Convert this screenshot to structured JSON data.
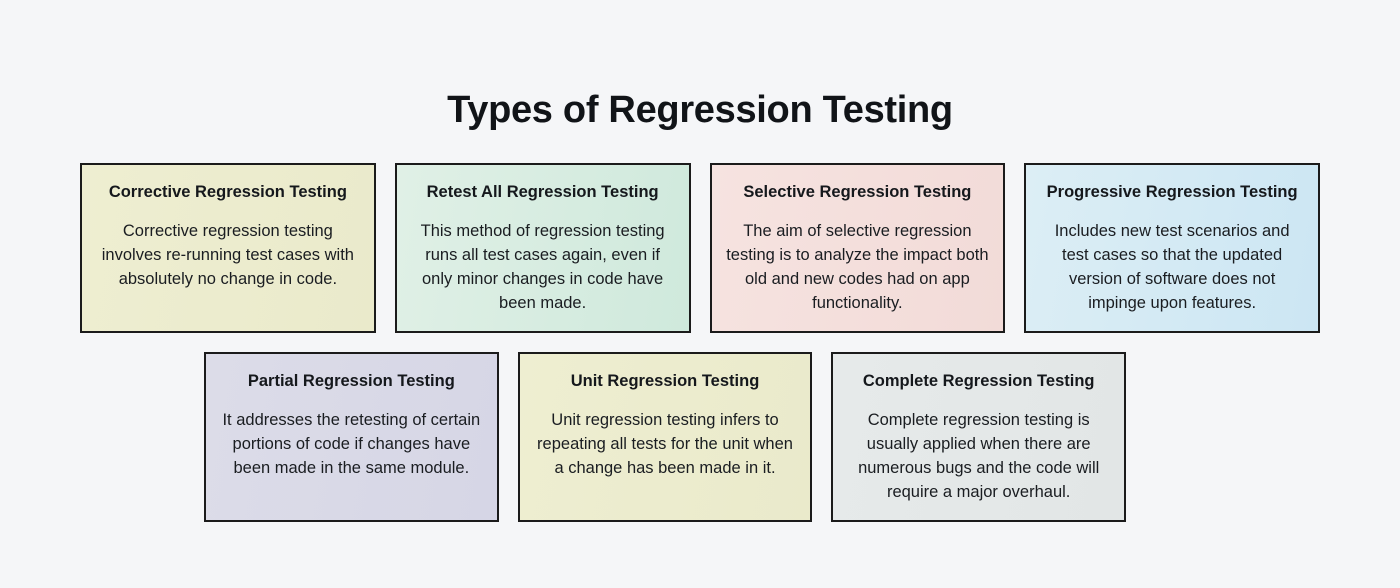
{
  "page": {
    "title": "Types of Regression Testing",
    "background_color": "#f5f6f8",
    "border_color": "#1b1b1b",
    "text_color": "#1a1d21"
  },
  "rows": [
    {
      "cards": [
        {
          "title": "Corrective Regression Testing",
          "body": "Corrective regression testing involves re-running test cases with absolutely no change in code.",
          "color": "#eeeed1",
          "palette": "c-cream"
        },
        {
          "title": "Retest All Regression Testing",
          "body": "This method of regression testing runs all test cases again, even if only minor changes in code have been made.",
          "color": "#dcedE3",
          "palette": "c-mint"
        },
        {
          "title": "Selective Regression Testing",
          "body": "The aim of selective regression testing is to analyze the impact both old and new codes had on app functionality.",
          "color": "#f4dfdc",
          "palette": "c-pink"
        },
        {
          "title": "Progressive Regression Testing",
          "body": "Includes new test scenarios and test cases so that the updated version of software does not impinge upon features.",
          "color": "#d3e9f4",
          "palette": "c-blue"
        }
      ]
    },
    {
      "cards": [
        {
          "title": "Partial Regression Testing",
          "body": "It addresses the retesting of certain portions of code if changes have been made in the same module.",
          "color": "#d9d9e7",
          "palette": "c-lavender"
        },
        {
          "title": "Unit Regression Testing",
          "body": "Unit regression testing infers to repeating all tests for the unit when a change has been made in it.",
          "color": "#eeeed1",
          "palette": "c-cream"
        },
        {
          "title": "Complete Regression Testing",
          "body": "Complete regression testing is usually applied when there are numerous bugs and the code will require a major overhaul.",
          "color": "#e4e8e8",
          "palette": "c-grey"
        }
      ]
    }
  ]
}
